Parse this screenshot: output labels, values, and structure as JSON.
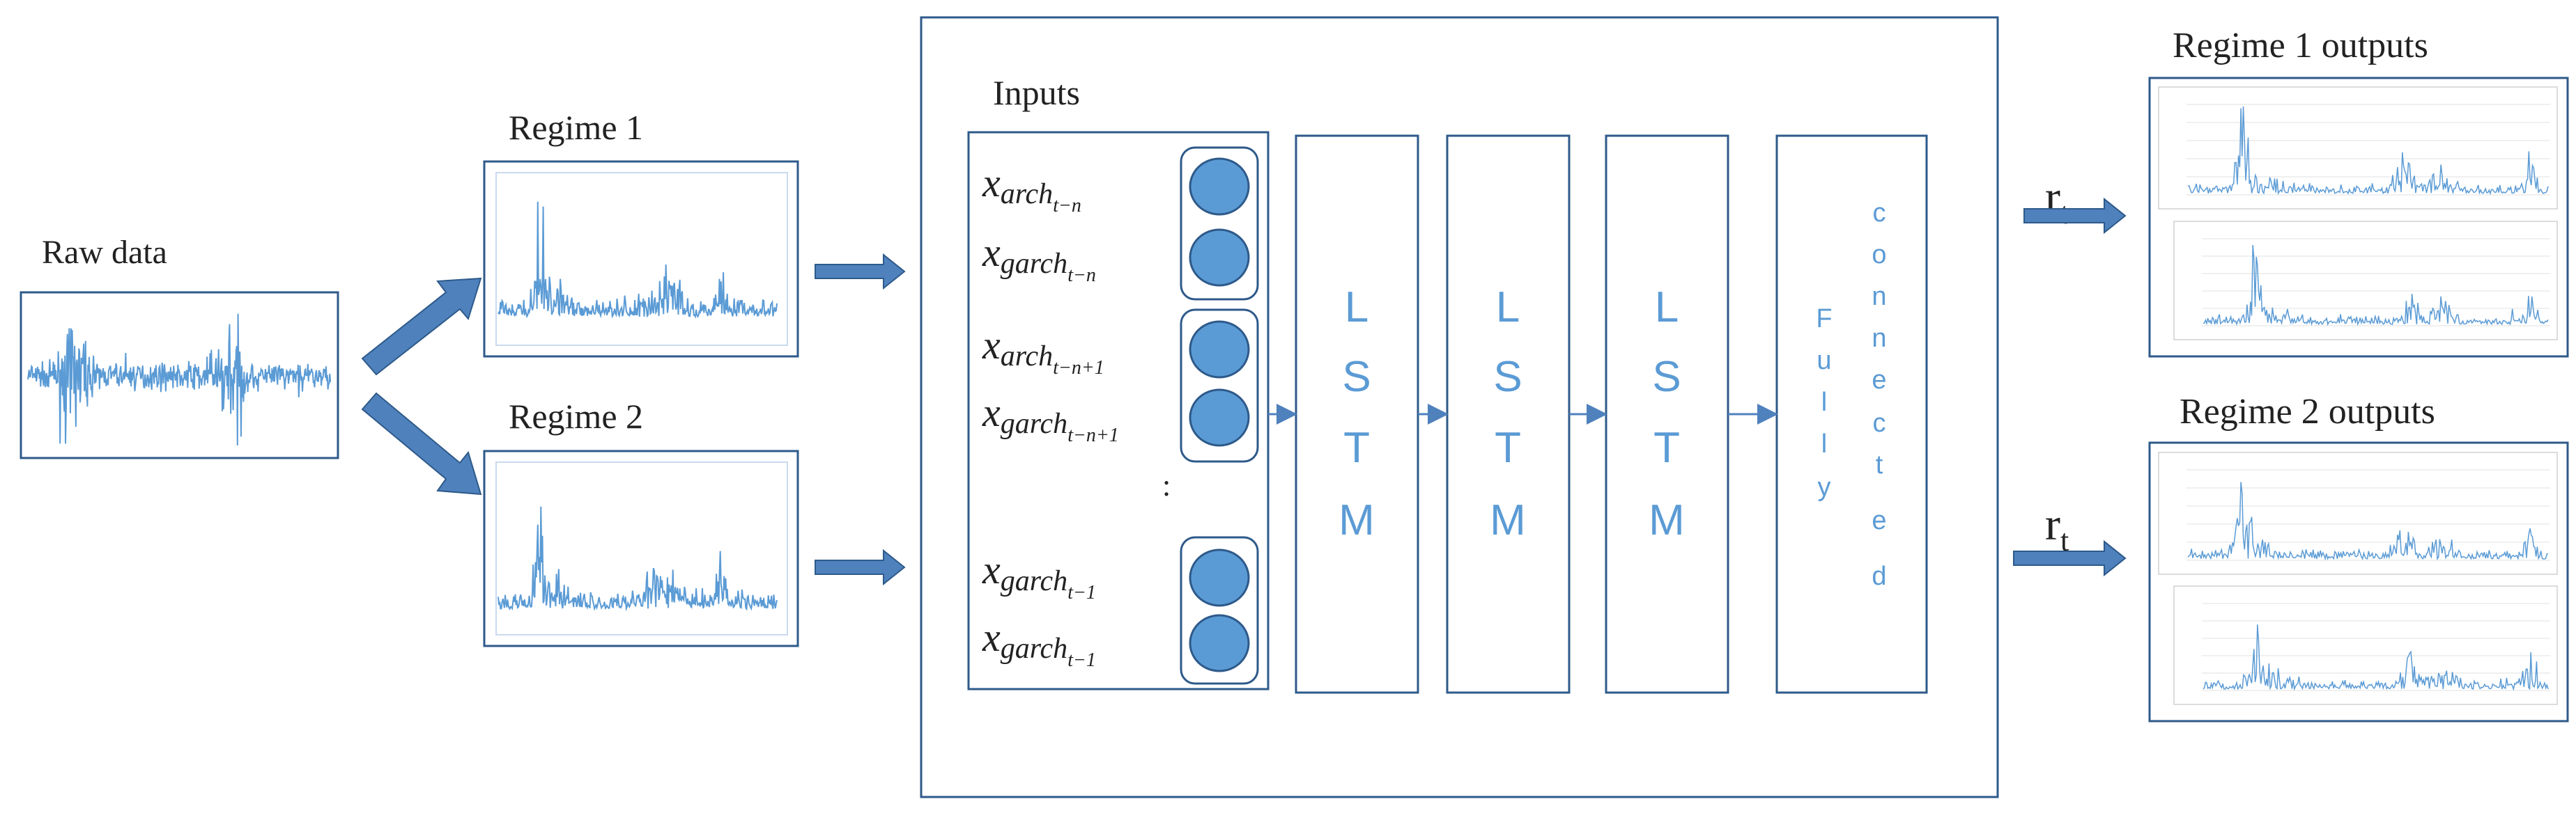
{
  "labels": {
    "raw_data": "Raw data",
    "regime1": "Regime 1",
    "regime2": "Regime 2",
    "inputs": "Inputs",
    "regime1_outputs": "Regime 1 outputs",
    "regime2_outputs": "Regime 2 outputs",
    "r_base": "r",
    "r_sub": "t",
    "colon": ":"
  },
  "inputs": [
    {
      "base": "x",
      "sub1": "arch",
      "sub2": "t−n"
    },
    {
      "base": "x",
      "sub1": "garch",
      "sub2": "t−n"
    },
    {
      "base": "x",
      "sub1": "arch",
      "sub2": "t−n+1"
    },
    {
      "base": "x",
      "sub1": "garch",
      "sub2": "t−n+1"
    },
    {
      "base": "x",
      "sub1": "garch",
      "sub2": "t−1"
    },
    {
      "base": "x",
      "sub1": "garch",
      "sub2": "t−1"
    }
  ],
  "layers": [
    {
      "letters": [
        "L",
        "S",
        "T",
        "M"
      ]
    },
    {
      "letters": [
        "L",
        "S",
        "T",
        "M"
      ]
    },
    {
      "letters": [
        "L",
        "S",
        "T",
        "M"
      ]
    }
  ],
  "fc_left": [
    "F",
    "u",
    "l",
    "l",
    "y"
  ],
  "fc_right": [
    "c",
    "o",
    "n",
    "n",
    "e",
    "c",
    "t",
    "e",
    "d"
  ],
  "colors": {
    "box_stroke": "#2e5a8a",
    "arrow": "#4f81bd",
    "node_fill": "#5b9bd5",
    "node_stroke": "#2e5a8a",
    "layer_text": "#5b9bd5",
    "signal": "#5b9bd5"
  }
}
